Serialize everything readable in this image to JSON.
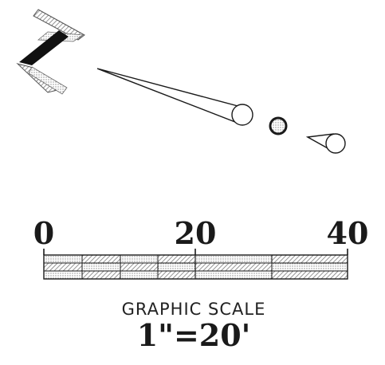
{
  "scale_bar": {
    "tick_labels": [
      "0",
      "20",
      "40"
    ],
    "title": "GRAPHIC SCALE",
    "ratio": "1\"=20'"
  },
  "colors": {
    "ink": "#1a1a1a",
    "hatch": "#7a7a7a",
    "background": "#ffffff"
  }
}
